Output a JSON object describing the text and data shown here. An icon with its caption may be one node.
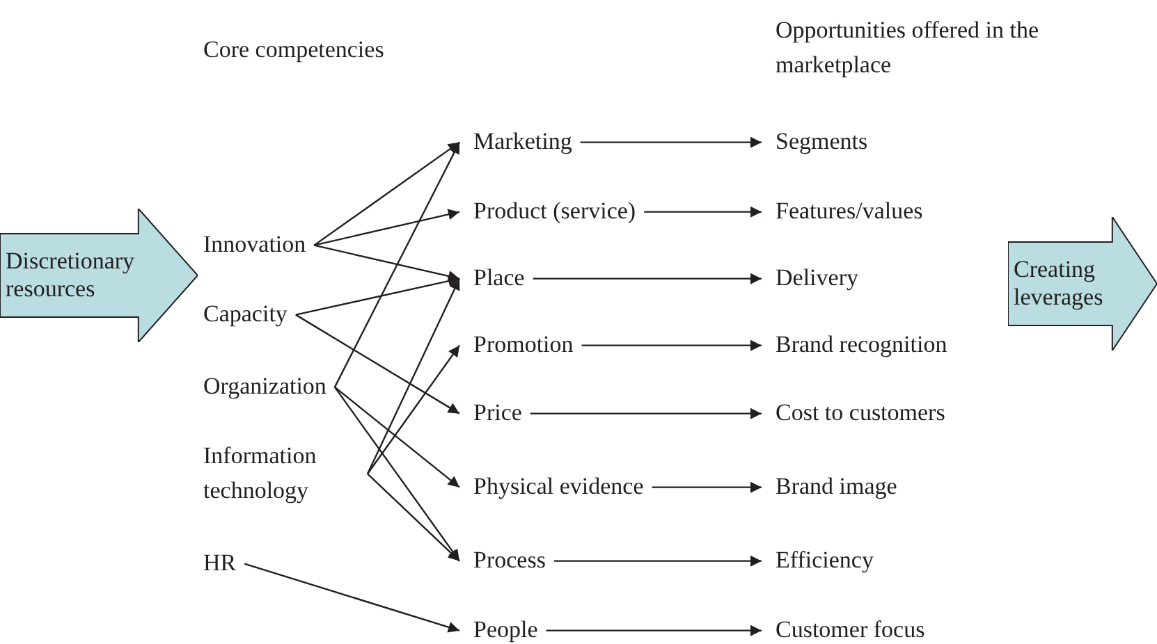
{
  "diagram": {
    "nodes": [
      {
        "text": [
          "Discretionary resources"
        ]
      },
      {
        "text": [
          "Innovation"
        ]
      },
      {
        "text": [
          "Capacity"
        ]
      },
      {
        "text": [
          "Organization"
        ]
      },
      {
        "text": [
          "Information technology"
        ]
      },
      {
        "text": [
          "HR"
        ]
      },
      {
        "text": [
          "Marketing"
        ]
      },
      {
        "text": [
          "Product (service)"
        ]
      },
      {
        "text": [
          "Place"
        ]
      },
      {
        "text": [
          "Promotion"
        ]
      },
      {
        "text": [
          "Price"
        ]
      },
      {
        "text": [
          "Physical evidence"
        ]
      },
      {
        "text": [
          "Process"
        ]
      },
      {
        "text": [
          "People"
        ]
      },
      {
        "text": [
          "Segments"
        ]
      },
      {
        "text": [
          "Features/values"
        ]
      },
      {
        "text": [
          "Delivery"
        ]
      },
      {
        "text": [
          "Brand recognition"
        ]
      },
      {
        "text": [
          "Cost to customers"
        ]
      },
      {
        "text": [
          "Brand image"
        ]
      },
      {
        "text": [
          "Efficiency"
        ]
      },
      {
        "text": [
          "Customer focus"
        ]
      },
      {
        "text": [
          "Creating leverages"
        ]
      }
    ],
    "edges": [
      {
        "from": 1,
        "to": 6,
        "arrow": "to"
      },
      {
        "from": 1,
        "to": 7,
        "arrow": "to"
      },
      {
        "from": 1,
        "to": 8,
        "arrow": "to"
      },
      {
        "from": 2,
        "to": 8,
        "arrow": "to"
      },
      {
        "from": 2,
        "to": 10,
        "arrow": "to"
      },
      {
        "from": 3,
        "to": 6,
        "arrow": "to"
      },
      {
        "from": 3,
        "to": 11,
        "arrow": "to"
      },
      {
        "from": 3,
        "to": 12,
        "arrow": "to"
      },
      {
        "from": 4,
        "to": 8,
        "arrow": "to"
      },
      {
        "from": 4,
        "to": 9,
        "arrow": "to"
      },
      {
        "from": 4,
        "to": 12,
        "arrow": "to"
      },
      {
        "from": 5,
        "to": 13,
        "arrow": "to"
      },
      {
        "from": 6,
        "to": 14,
        "arrow": "to"
      },
      {
        "from": 7,
        "to": 15,
        "arrow": "to"
      },
      {
        "from": 8,
        "to": 16,
        "arrow": "to"
      },
      {
        "from": 9,
        "to": 17,
        "arrow": "to"
      },
      {
        "from": 10,
        "to": 18,
        "arrow": "to"
      },
      {
        "from": 11,
        "to": 19,
        "arrow": "to"
      },
      {
        "from": 12,
        "to": 20,
        "arrow": "to"
      },
      {
        "from": 13,
        "to": 21,
        "arrow": "to"
      }
    ],
    "labels": [
      "Core competencies",
      "Opportunities offered in the marketplace"
    ]
  }
}
